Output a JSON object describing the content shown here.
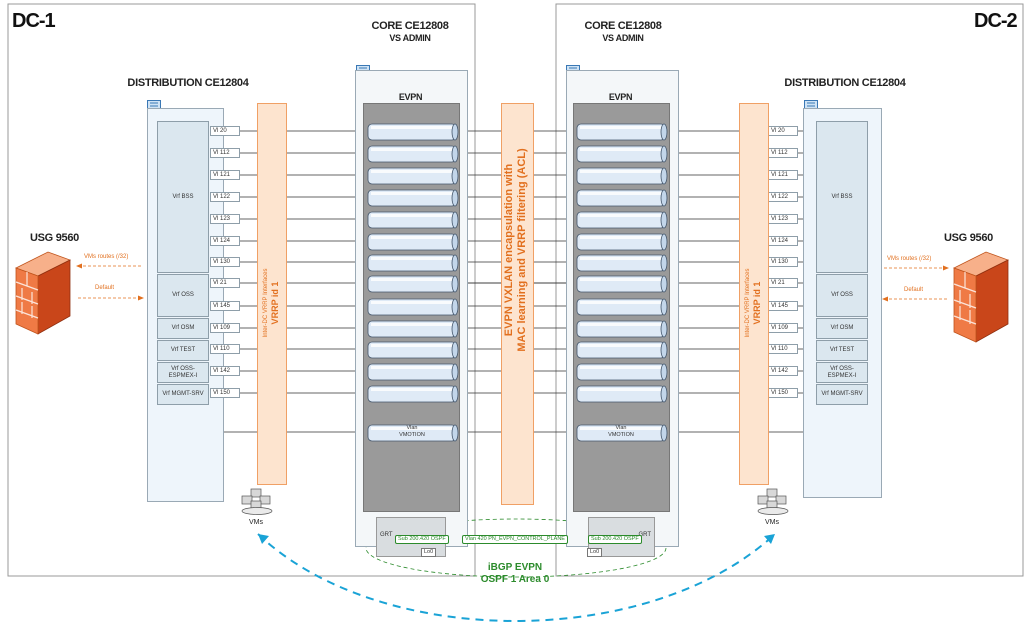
{
  "dc_left": {
    "label": "DC-1"
  },
  "dc_right": {
    "label": "DC-2"
  },
  "core_left": {
    "title": "CORE CE12808",
    "subtitle": "VS ADMIN",
    "evpn": "EVPN",
    "grt": "GRT",
    "sub": "Sub 200.420 OSPF",
    "lo": "Lo0"
  },
  "core_right": {
    "title": "CORE CE12808",
    "subtitle": "VS ADMIN",
    "evpn": "EVPN",
    "grt": "GRT",
    "sub": "Sub 200.420 OSPF",
    "lo": "Lo0"
  },
  "dist_left": {
    "title": "DISTRIBUTION CE12804"
  },
  "dist_right": {
    "title": "DISTRIBUTION CE12804"
  },
  "vlans": [
    "Vl 20",
    "Vl 112",
    "Vl 121",
    "Vl 122",
    "Vl 123",
    "Vl 124",
    "Vl 130",
    "Vl 21",
    "Vl 145",
    "Vl 109",
    "Vl 110",
    "Vl 142",
    "Vl 150"
  ],
  "vrfs": [
    "Vrf BSS",
    "Vrf OSS",
    "Vrf OSM",
    "Vrf TEST",
    "Vrf OSS-ESPMEX-I",
    "Vrf MGMT-SRV"
  ],
  "vrrp": {
    "line1": "Inter-DC VRRP Interfaces",
    "line2": "VRRP id 1"
  },
  "evpn_band": {
    "line1": "EVPN VXLAN encapsulation with",
    "line2": "MAC learning and VRRP filtering (ACL)"
  },
  "vmotion": {
    "line1": "Vlan",
    "line2": "VMOTION"
  },
  "vlan_control": "Vlan 420 PN_EVPN_CONTROL_PLANE",
  "usg_left": {
    "label": "USG 9560",
    "routes": "VMs routes (/32)",
    "default": "Default"
  },
  "usg_right": {
    "label": "USG 9560",
    "routes": "VMs routes (/32)",
    "default": "Default"
  },
  "vms_left": "VMs",
  "vms_right": "VMs",
  "ibgp": {
    "line1": "iBGP EVPN",
    "line2": "OSPF 1 Area 0"
  },
  "icons": {
    "firewall": "firewall-icon",
    "vms": "vms-icon",
    "switch": "switch-icon"
  },
  "colors": {
    "orange": "#e2701f",
    "green": "#2c8b2c",
    "blue_arrow": "#1aa3d6",
    "tube": "#dfeaf6"
  }
}
